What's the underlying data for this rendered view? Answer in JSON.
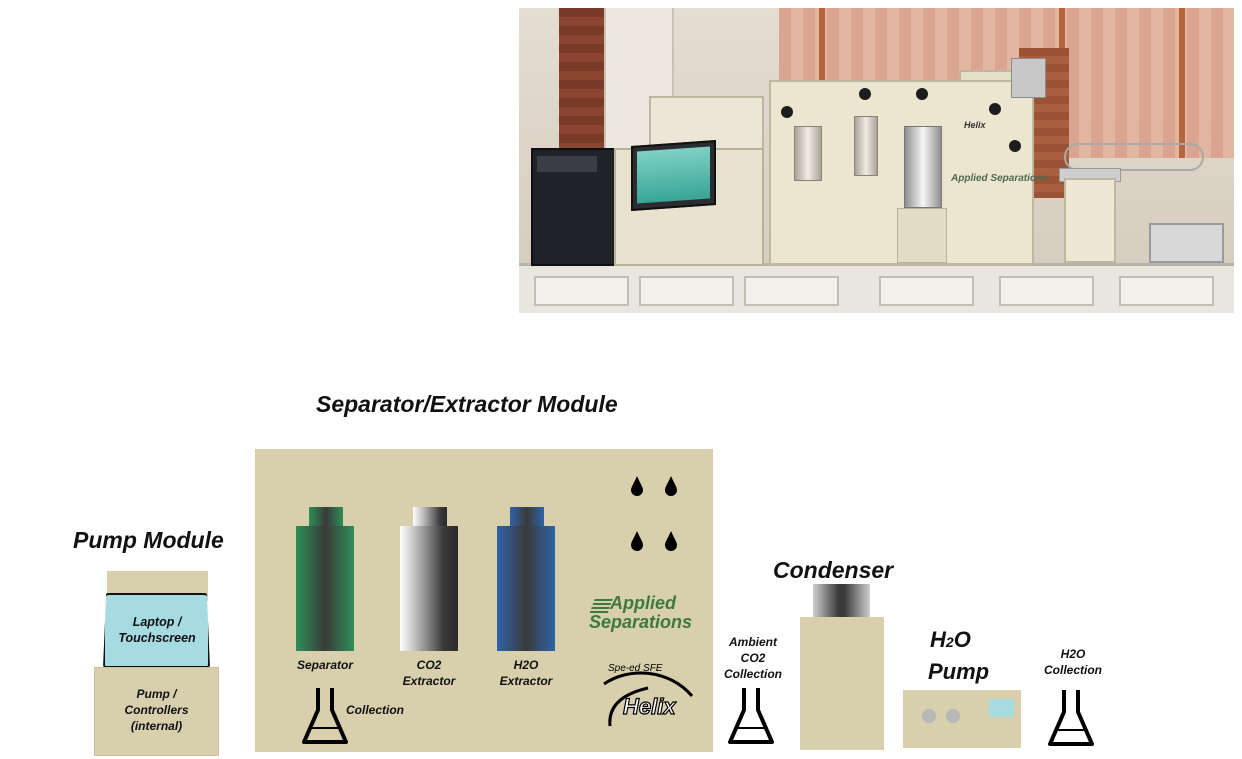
{
  "photo": {
    "logo_brand": "Applied Separations",
    "logo_product": "Helix"
  },
  "diagram": {
    "module_title": "Separator/Extractor Module",
    "pump_module": {
      "title": "Pump Module",
      "laptop": [
        "Laptop /",
        "Touchscreen"
      ],
      "controllers": [
        "Pump /",
        "Controllers",
        "(internal)"
      ]
    },
    "columns": [
      {
        "label": [
          "Separator"
        ],
        "color": "#2e8f57"
      },
      {
        "label": [
          "CO2",
          "Extractor"
        ],
        "color": "#9a9a9a"
      },
      {
        "label": [
          "H2O",
          "Extractor"
        ],
        "color": "#2f63a8"
      }
    ],
    "collection_label": "Collection",
    "brand_lines": [
      "Applied",
      "Separations"
    ],
    "helix": {
      "small_text": "Spe-ed SFE",
      "name": "Helix"
    },
    "ambient_collection": [
      "Ambient",
      "CO2",
      "Collection"
    ],
    "condenser_title": "Condenser",
    "h2o_pump": {
      "title_main": "H",
      "title_sub": "2",
      "title_rest": "O",
      "title_line2": "Pump"
    },
    "h2o_collection": [
      "H2O",
      "Collection"
    ]
  },
  "colors": {
    "panel": "#d8cfad",
    "screen": "#a6dbe1",
    "brand_green": "#3d7a3d"
  }
}
